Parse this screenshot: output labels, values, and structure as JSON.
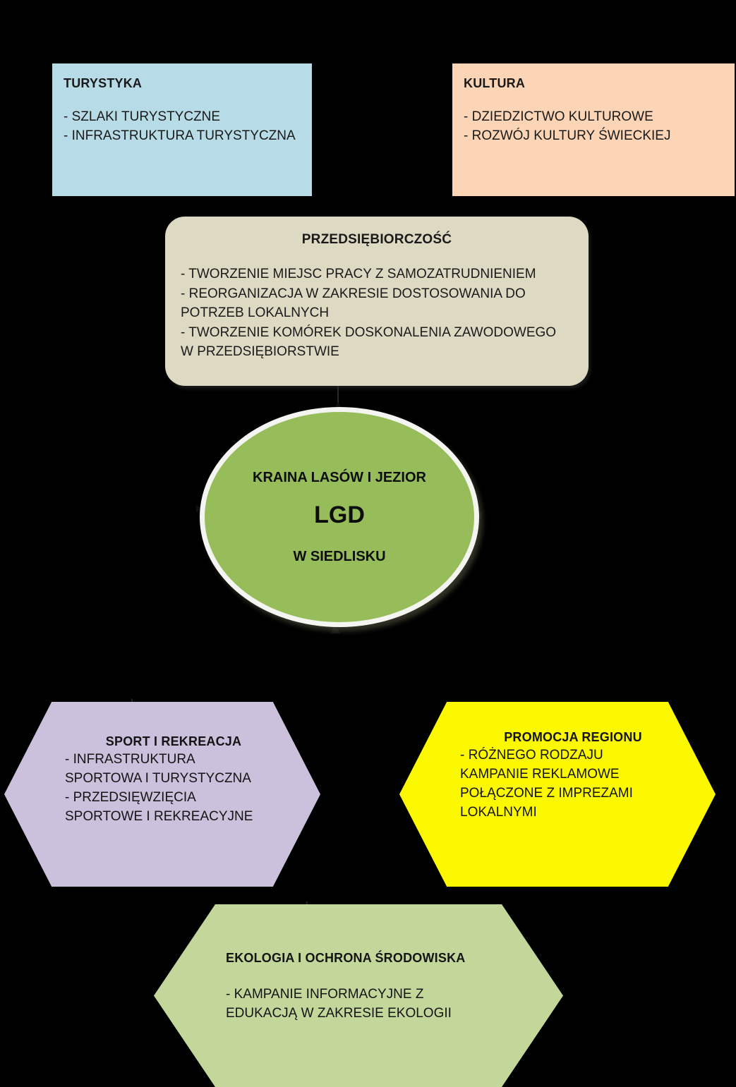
{
  "diagram": {
    "title": "KRAINA LASÓW I JEZIOR LGD W SIEDLISKU",
    "colors": {
      "background": "#000000",
      "tourism": "#b7dce7",
      "culture": "#fbd5b5",
      "enterprise": "#ddd9c3",
      "core": "#96bd5a",
      "sport": "#cbc1dd",
      "promotion": "#fcf800",
      "ecology": "#c4d79b"
    },
    "center": {
      "line1": "KRAINA LASÓW I JEZIOR",
      "line2": "LGD",
      "line3": "W SIEDLISKU"
    },
    "nodes": [
      {
        "id": "tourism",
        "shape": "rectangle",
        "title": "TURYSTYKA",
        "body": "- SZLAKI TURYSTYCZNE\n- INFRASTRUKTURA TURYSTYCZNA"
      },
      {
        "id": "culture",
        "shape": "rectangle",
        "title": "KULTURA",
        "body": "- DZIEDZICTWO KULTUROWE\n- ROZWÓJ KULTURY ŚWIECKIEJ"
      },
      {
        "id": "enterprise",
        "shape": "rounded-rectangle",
        "title": "PRZEDSIĘBIORCZOŚĆ",
        "body": "- TWORZENIE MIEJSC PRACY Z SAMOZATRUDNIENIEM\n- REORGANIZACJA W ZAKRESIE DOSTOSOWANIA DO\nPOTRZEB LOKALNYCH\n- TWORZENIE KOMÓREK DOSKONALENIA ZAWODOWEGO\nW PRZEDSIĘBIORSTWIE"
      },
      {
        "id": "sport",
        "shape": "hexagon",
        "title": "SPORT I REKREACJA",
        "body": "- INFRASTRUKTURA\nSPORTOWA I TURYSTYCZNA\n- PRZEDSIĘWZIĘCIA\nSPORTOWE I REKREACYJNE"
      },
      {
        "id": "promotion",
        "shape": "hexagon",
        "title": "PROMOCJA REGIONU",
        "body": "- RÓŻNEGO RODZAJU\nKAMPANIE REKLAMOWE\nPOŁĄCZONE Z IMPREZAMI\nLOKALNYMI"
      },
      {
        "id": "ecology",
        "shape": "hexagon",
        "title": "EKOLOGIA I OCHRONA ŚRODOWISKA",
        "body": "-  KAMPANIE INFORMACYJNE Z\nEDUKACJĄ W ZAKRESIE EKOLOGII"
      }
    ]
  }
}
